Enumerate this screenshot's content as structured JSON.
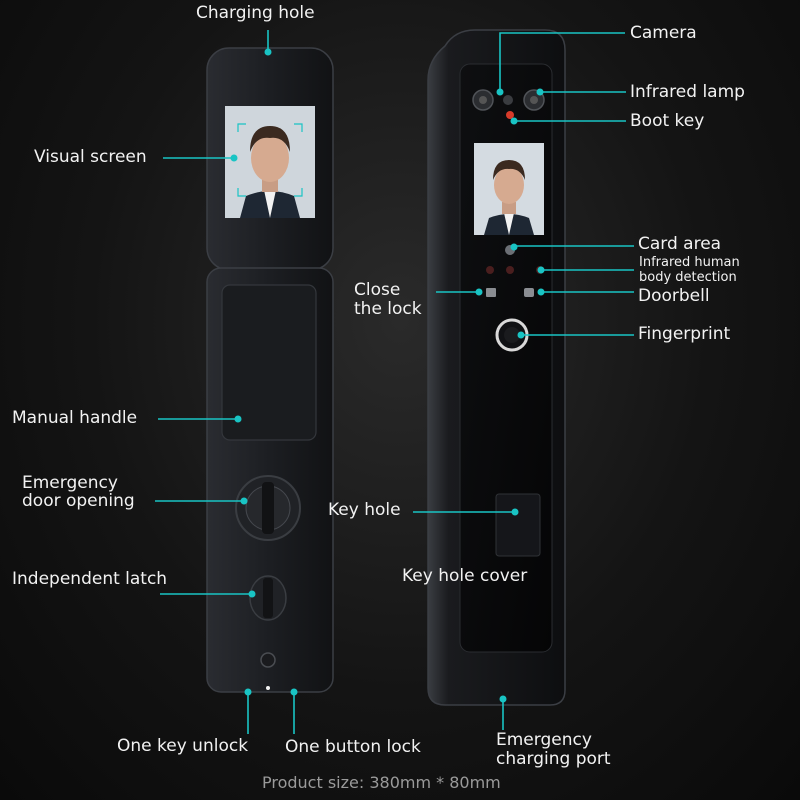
{
  "labels": {
    "charging_hole": "Charging hole",
    "visual_screen": "Visual screen",
    "manual_handle": "Manual handle",
    "emergency_door_opening_1": "Emergency",
    "emergency_door_opening_2": "door opening",
    "independent_latch": "Independent latch",
    "one_key_unlock": "One key unlock",
    "one_button_lock": "One button lock",
    "camera": "Camera",
    "infrared_lamp": "Infrared lamp",
    "boot_key": "Boot key",
    "card_area": "Card area",
    "infrared_human_1": "Infrared human",
    "infrared_human_2": "body detection",
    "doorbell": "Doorbell",
    "close_the_lock_1": "Close",
    "close_the_lock_2": "the lock",
    "fingerprint": "Fingerprint",
    "key_hole": "Key hole",
    "key_hole_cover": "Key hole cover",
    "emergency_charging_port_1": "Emergency",
    "emergency_charging_port_2": "charging port"
  },
  "footer": "Product size: 380mm * 80mm",
  "colors": {
    "accent": "#19c4c4",
    "label_text": "#f2f2f2",
    "footer_text": "#9a9a9a",
    "device_body": "#1b1d21",
    "background": "#141414"
  }
}
